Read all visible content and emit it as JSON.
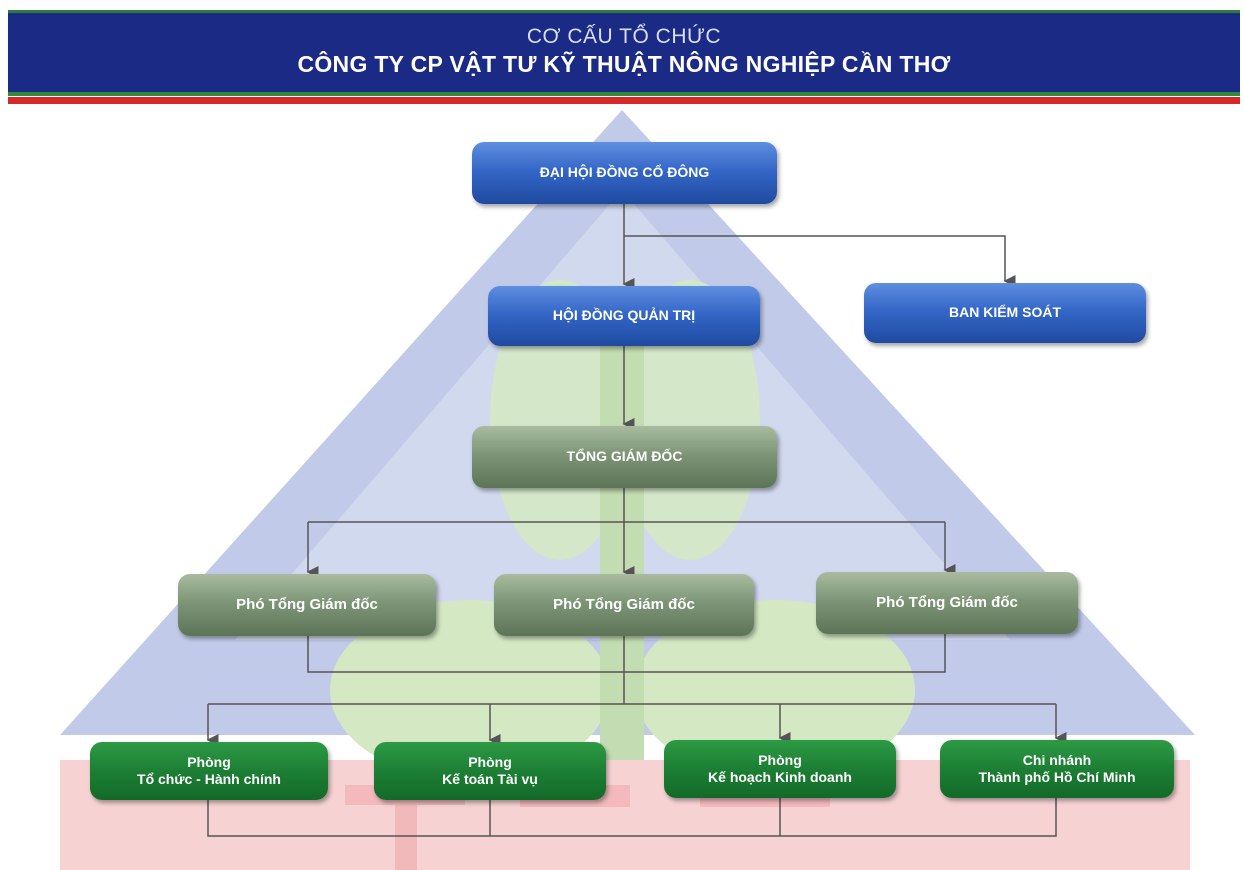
{
  "header": {
    "subtitle": "CƠ CẤU TỔ CHỨC",
    "title": "CÔNG TY CP VẬT TƯ KỸ THUẬT NÔNG NGHIỆP CẦN THƠ"
  },
  "nodes": {
    "shareholders": "ĐẠI HỘI ĐỒNG CỔ ĐÔNG",
    "board": "HỘI ĐỒNG QUẢN TRỊ",
    "supervisory": "BAN KIỂM SOÁT",
    "ceo": "TỔNG GIÁM ĐỐC",
    "deputy_1": "Phó Tổng Giám đốc",
    "deputy_2": "Phó Tổng Giám đốc",
    "deputy_3": "Phó Tổng Giám đốc",
    "dept_admin": {
      "line1": "Phòng",
      "line2": "Tổ chức - Hành chính"
    },
    "dept_accounting": {
      "line1": "Phòng",
      "line2": "Kế toán Tài vụ"
    },
    "dept_business": {
      "line1": "Phòng",
      "line2": "Kế hoạch Kinh doanh"
    },
    "branch_hcm": {
      "line1": "Chi nhánh",
      "line2": "Thành phố Hồ Chí Minh"
    }
  },
  "colors": {
    "header_bg": "#1b2a85",
    "blue_node": "#3567c8",
    "gray_node": "#7e9677",
    "green_node": "#1c7f34",
    "triangle": "#b9c4e6",
    "leaf": "#cfe3bf",
    "ground": "#f6c9cb"
  }
}
